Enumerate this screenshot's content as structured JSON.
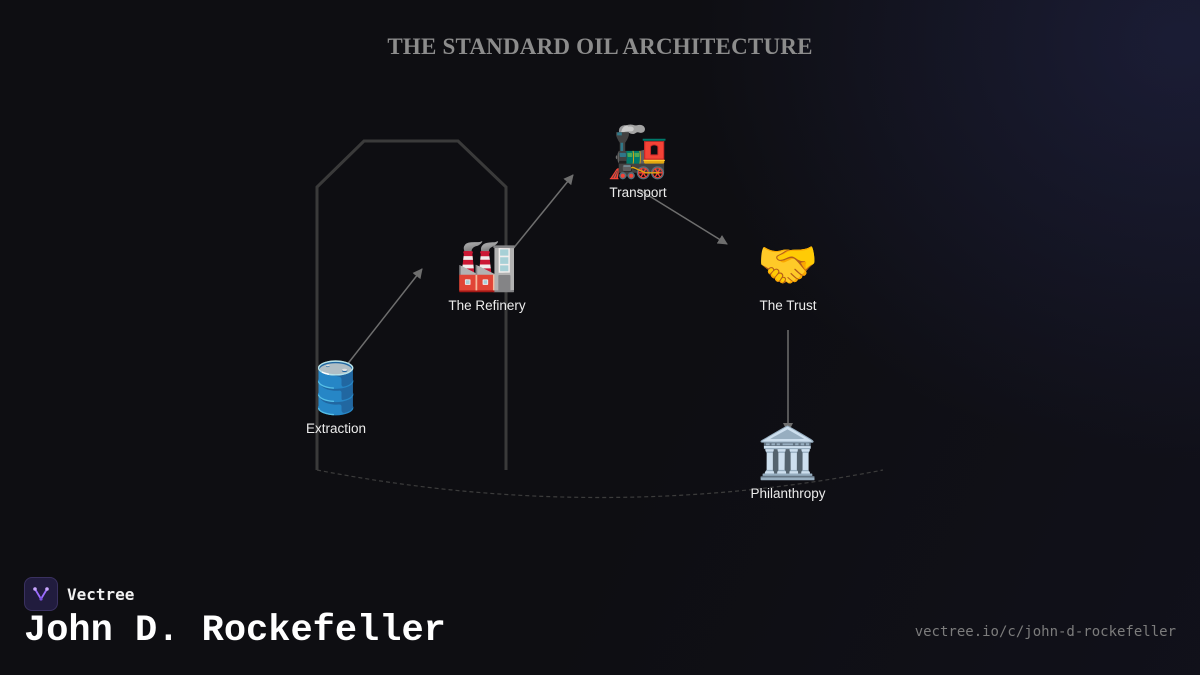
{
  "diagram": {
    "title": "THE STANDARD OIL ARCHITECTURE",
    "nodes": [
      {
        "id": "extraction",
        "label": "Extraction",
        "icon": "oil-drum",
        "glyph": "🛢️"
      },
      {
        "id": "refinery",
        "label": "The Refinery",
        "icon": "factory",
        "glyph": "🏭"
      },
      {
        "id": "transport",
        "label": "Transport",
        "icon": "locomotive",
        "glyph": "🚂"
      },
      {
        "id": "trust",
        "label": "The Trust",
        "icon": "handshake",
        "glyph": "🤝"
      },
      {
        "id": "philanthropy",
        "label": "Philanthropy",
        "icon": "classical-building",
        "glyph": "🏛️"
      }
    ],
    "edges": [
      {
        "from": "extraction",
        "to": "refinery"
      },
      {
        "from": "refinery",
        "to": "transport"
      },
      {
        "from": "transport",
        "to": "trust"
      },
      {
        "from": "trust",
        "to": "philanthropy"
      }
    ]
  },
  "footer": {
    "brand": "Vectree",
    "person": "John D. Rockefeller",
    "url": "vectree.io/c/john-d-rockefeller"
  },
  "colors": {
    "background": "#0e0e12",
    "arrow": "#6e6e6e",
    "outline": "#3a3a3a",
    "title": "#8c8c8c",
    "brand_accent": "#9b6cff"
  }
}
